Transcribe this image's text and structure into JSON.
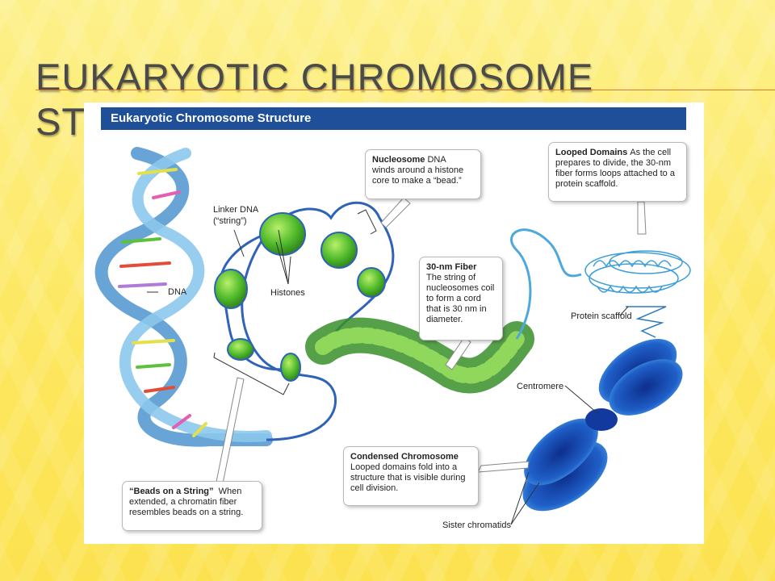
{
  "slide": {
    "title": "Eukaryotic Chromosome Structure"
  },
  "figure": {
    "header": "Eukaryotic Chromosome Structure",
    "labels": {
      "dna": "DNA",
      "linker_dna": "Linker DNA",
      "linker_string": "(“string”)",
      "histones": "Histones",
      "protein_scaffold": "Protein scaffold",
      "centromere": "Centromere",
      "sister_chromatids": "Sister chromatids"
    },
    "callouts": {
      "nucleosome": {
        "heading": "Nucleosome",
        "line1": "DNA",
        "line2": "winds around a histone",
        "line3": "core to make a “bead.”"
      },
      "looped_domains": {
        "heading": "Looped Domains",
        "line1": "As the cell",
        "line2": "prepares to divide, the 30-nm",
        "line3": "fiber forms loops attached to a",
        "line4": "protein scaffold."
      },
      "fiber": {
        "heading": "30-nm Fiber",
        "line1": "The string of",
        "line2": "nucleosomes coil",
        "line3": "to form a cord",
        "line4": "that is 30 nm in",
        "line5": "diameter."
      },
      "condensed": {
        "heading": "Condensed Chromosome",
        "line1": "Looped domains fold into a",
        "line2": "structure that is visible during",
        "line3": "cell division."
      },
      "beads": {
        "heading": "“Beads on a String”",
        "line1": "When",
        "line2": "extended, a chromatin fiber",
        "line3": "resembles beads on a string."
      }
    }
  }
}
